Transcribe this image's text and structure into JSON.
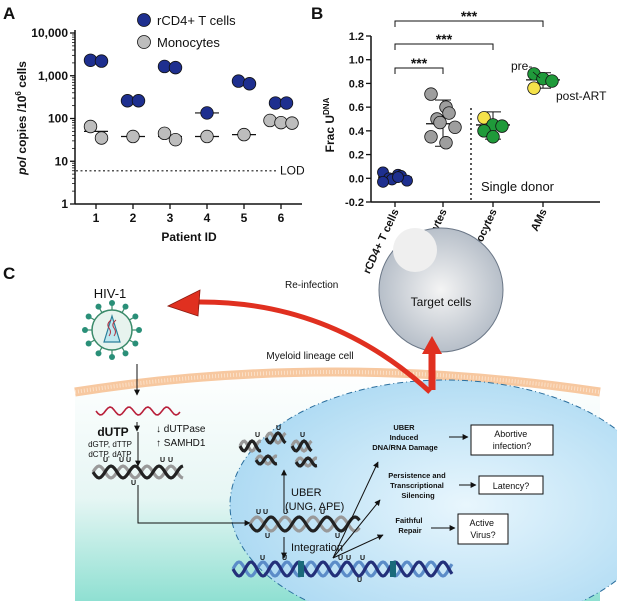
{
  "panels": {
    "a": "A",
    "b": "B",
    "c": "C"
  },
  "colors": {
    "rcd4": "#1e2f8f",
    "mono": "#bdbdbd",
    "green": "#1f9a3a",
    "yellow": "#f5e24a",
    "red": "#e03020",
    "membrane": "#f7c8a0",
    "nucleus": "#bfe4f6"
  },
  "chart_data": [
    {
      "type": "scatter",
      "panel": "A",
      "ylabel_italic": "pol",
      "ylabel_rest": " copies /10",
      "ylabel_sup": "6",
      "ylabel_end": " cells",
      "xlabel": "Patient ID",
      "y_scale": "log",
      "ylim": [
        1,
        10000
      ],
      "yticks": [
        "1",
        "10",
        "100",
        "1,000",
        "10,000"
      ],
      "categories": [
        "1",
        "2",
        "3",
        "4",
        "5",
        "6"
      ],
      "lod": {
        "value": 6,
        "label": "LOD"
      },
      "series": [
        {
          "name": "rCD4+ T cells",
          "color": "#1e2f8f",
          "points": [
            [
              1,
              2300
            ],
            [
              1,
              2200
            ],
            [
              2,
              260
            ],
            [
              2,
              260
            ],
            [
              3,
              1650
            ],
            [
              3,
              1550
            ],
            [
              4,
              135
            ],
            [
              5,
              750
            ],
            [
              5,
              650
            ],
            [
              6,
              230
            ],
            [
              6,
              230
            ]
          ],
          "medians": [
            [
              1,
              2250
            ],
            [
              2,
              260
            ],
            [
              3,
              1600
            ],
            [
              4,
              135
            ],
            [
              5,
              700
            ],
            [
              6,
              230
            ]
          ]
        },
        {
          "name": "Monocytes",
          "color": "#bdbdbd",
          "points": [
            [
              1,
              65
            ],
            [
              1,
              35
            ],
            [
              2,
              38
            ],
            [
              3,
              45
            ],
            [
              3,
              32
            ],
            [
              4,
              38
            ],
            [
              5,
              42
            ],
            [
              6,
              90
            ],
            [
              6,
              80
            ],
            [
              6,
              78
            ]
          ],
          "medians": [
            [
              1,
              50
            ],
            [
              2,
              38
            ],
            [
              3,
              38
            ],
            [
              4,
              38
            ],
            [
              5,
              42
            ],
            [
              6,
              85
            ]
          ]
        }
      ]
    },
    {
      "type": "scatter",
      "panel": "B",
      "ylabel": "Frac U",
      "ylabel_sup": "DNA",
      "ylim": [
        -0.2,
        1.2
      ],
      "yticks": [
        "-0.2",
        "0.0",
        "0.2",
        "0.4",
        "0.6",
        "0.8",
        "1.0",
        "1.2"
      ],
      "categories": [
        "rCD4+ T cells",
        "Monocytes",
        "Monocytes",
        "AMs"
      ],
      "single_donor": "Single donor",
      "significance": [
        "***",
        "***",
        "***"
      ],
      "labels": {
        "pre": "pre-",
        "post": "post-ART"
      },
      "groups": [
        {
          "values": [
            0.05,
            0.03,
            0.02,
            0.0,
            -0.01,
            -0.02,
            -0.03,
            0.01
          ],
          "mean": 0.01,
          "sd": [
            -0.02,
            0.04
          ],
          "color": "#1e2f8f"
        },
        {
          "values": [
            0.71,
            0.6,
            0.55,
            0.5,
            0.47,
            0.43,
            0.35,
            0.3
          ],
          "mean": 0.46,
          "sd": [
            0.27,
            0.66
          ],
          "color": "#9e9e9e"
        },
        {
          "values": [
            0.51,
            0.45,
            0.44,
            0.4,
            0.35
          ],
          "mean": 0.45,
          "sd": [
            0.33,
            0.56
          ],
          "color": "#1f9a3a",
          "highlight_index": 0
        },
        {
          "values": [
            0.88,
            0.84,
            0.82,
            0.76
          ],
          "mean": 0.83,
          "sd": [
            0.76,
            0.89
          ],
          "color": "#1f9a3a"
        }
      ]
    }
  ],
  "diagram": {
    "virus": "HIV-1",
    "reinfection": "Re-infection",
    "target_cells": "Target cells",
    "myeloid": "Myeloid lineage cell",
    "dutp": "dUTP",
    "dntps1": "dGTP, dTTP",
    "dntps2": "dCTP, dATP",
    "dutpase": "↓ dUTPase",
    "samhd1": "↑ SAMHD1",
    "uber1": "UBER",
    "uber2": "(UNG, APE)",
    "integration": "Integration",
    "damage1": "UBER",
    "damage2": "Induced",
    "damage3": "DNA/RNA Damage",
    "abortive1": "Abortive",
    "abortive2": "infection?",
    "persist1": "Persistence and",
    "persist2": "Transcriptional",
    "persist3": "Silencing",
    "latency": "Latency?",
    "faithful1": "Faithful",
    "faithful2": "Repair",
    "active1": "Active",
    "active2": "Virus?",
    "u": "U"
  }
}
